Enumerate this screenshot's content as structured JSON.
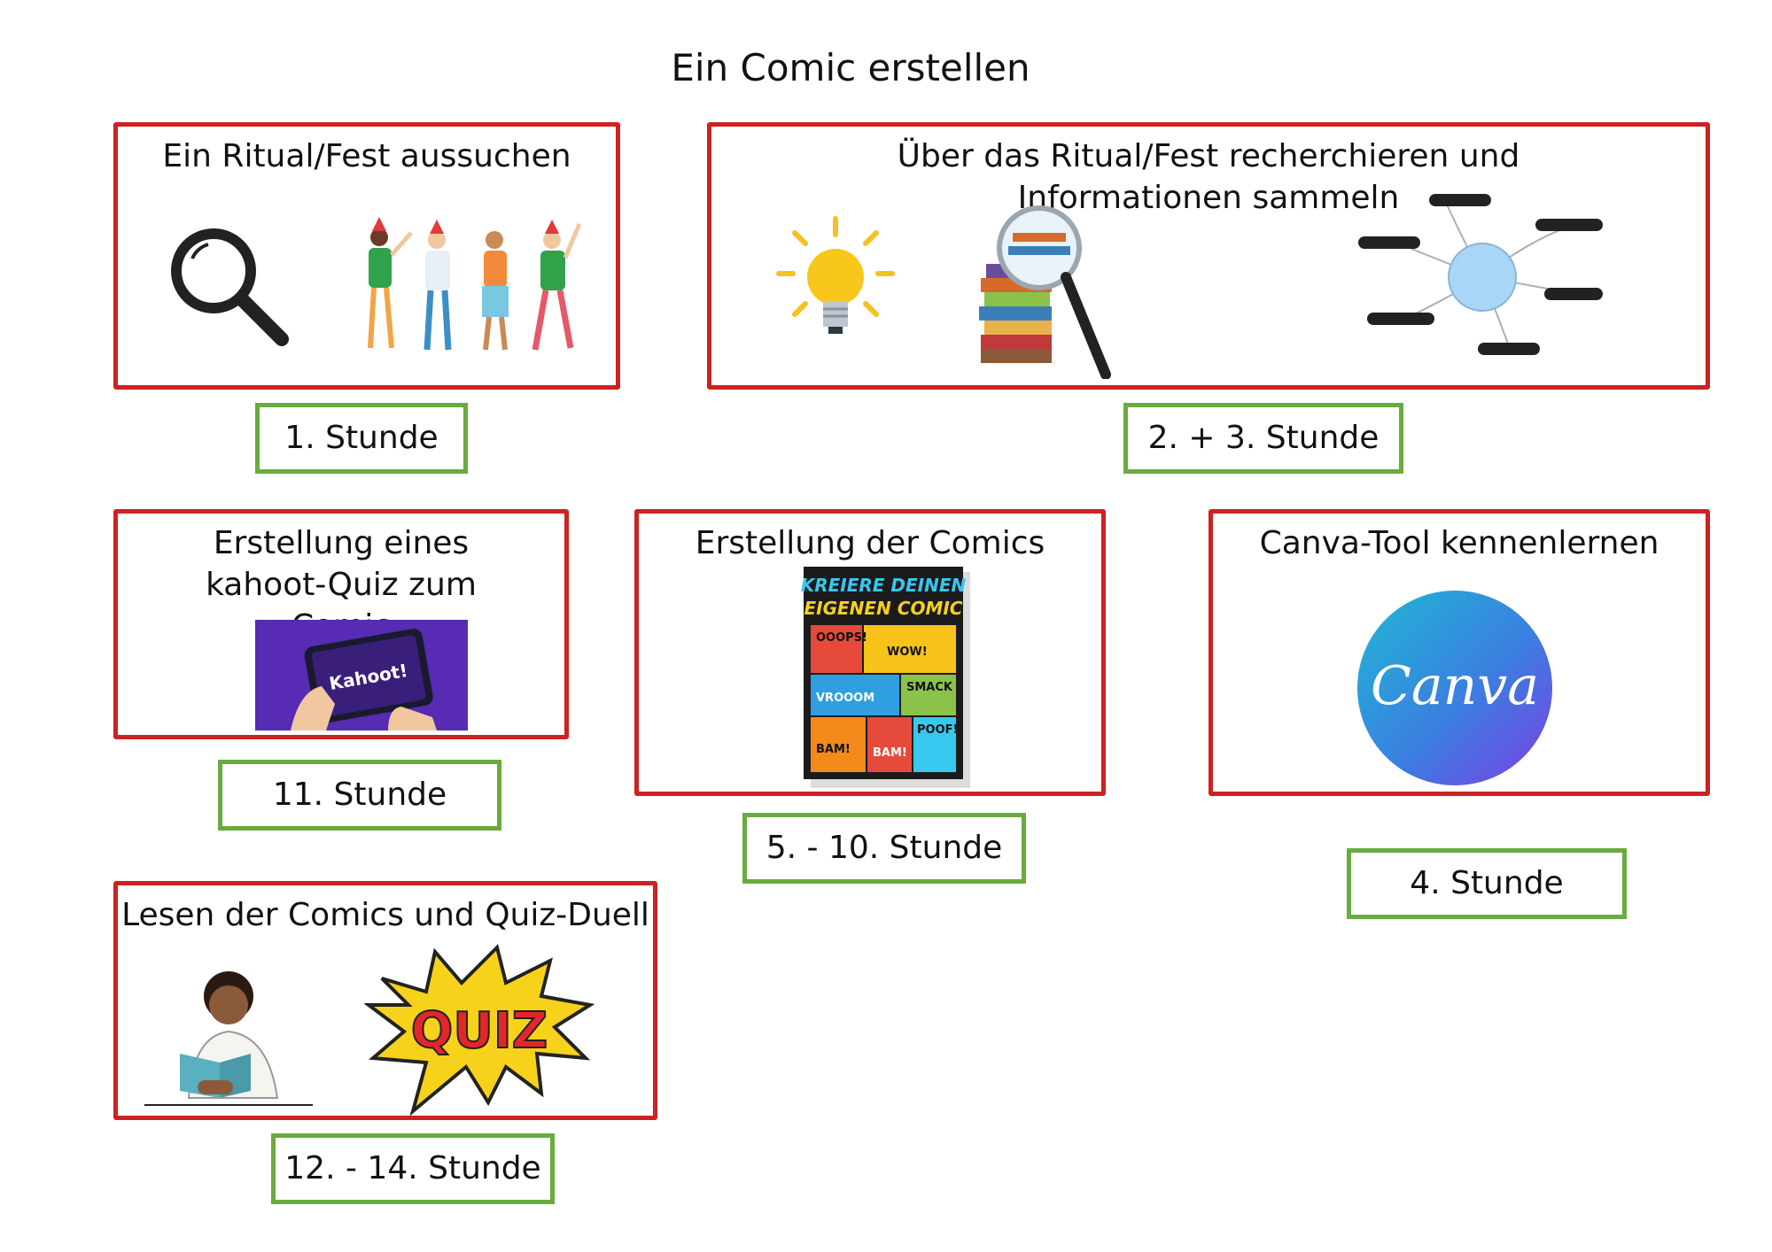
{
  "title": "Ein Comic erstellen",
  "colors": {
    "card_border": "#cc2222",
    "badge_border": "#6aab3f"
  },
  "steps": [
    {
      "title": "Ein Ritual/Fest aussuchen",
      "lesson": "1. Stunde",
      "icons": [
        "magnifier-icon",
        "party-people-icon"
      ]
    },
    {
      "title": "Über das Ritual/Fest recherchieren und Informationen sammeln",
      "lesson": "2. + 3. Stunde",
      "icons": [
        "lightbulb-icon",
        "books-magnifier-icon",
        "mindmap-icon"
      ]
    },
    {
      "title": "Canva-Tool kennenlernen",
      "lesson": "4. Stunde",
      "icons": [
        "canva-logo-icon"
      ],
      "logo_text": "Canva"
    },
    {
      "title": "Erstellung der Comics",
      "lesson": "5. - 10. Stunde",
      "icons": [
        "comic-book-cover-icon"
      ],
      "cover_text": [
        "KREIERE DEINEN",
        "EIGENEN COMIC"
      ],
      "bubbles": [
        "OOOPS!",
        "WOW!",
        "SMACK",
        "VROOOM",
        "POOF!",
        "BAM!",
        "BAM!"
      ]
    },
    {
      "title": "Erstellung eines kahoot-Quiz zum Comic",
      "lesson": "11. Stunde",
      "icons": [
        "tablet-kahoot-icon"
      ],
      "app_text": "Kahoot!"
    },
    {
      "title": "Lesen der Comics und Quiz-Duell",
      "lesson": "12. - 14. Stunde",
      "icons": [
        "reading-person-icon",
        "quiz-burst-icon"
      ],
      "burst_text": "QUIZ"
    }
  ]
}
